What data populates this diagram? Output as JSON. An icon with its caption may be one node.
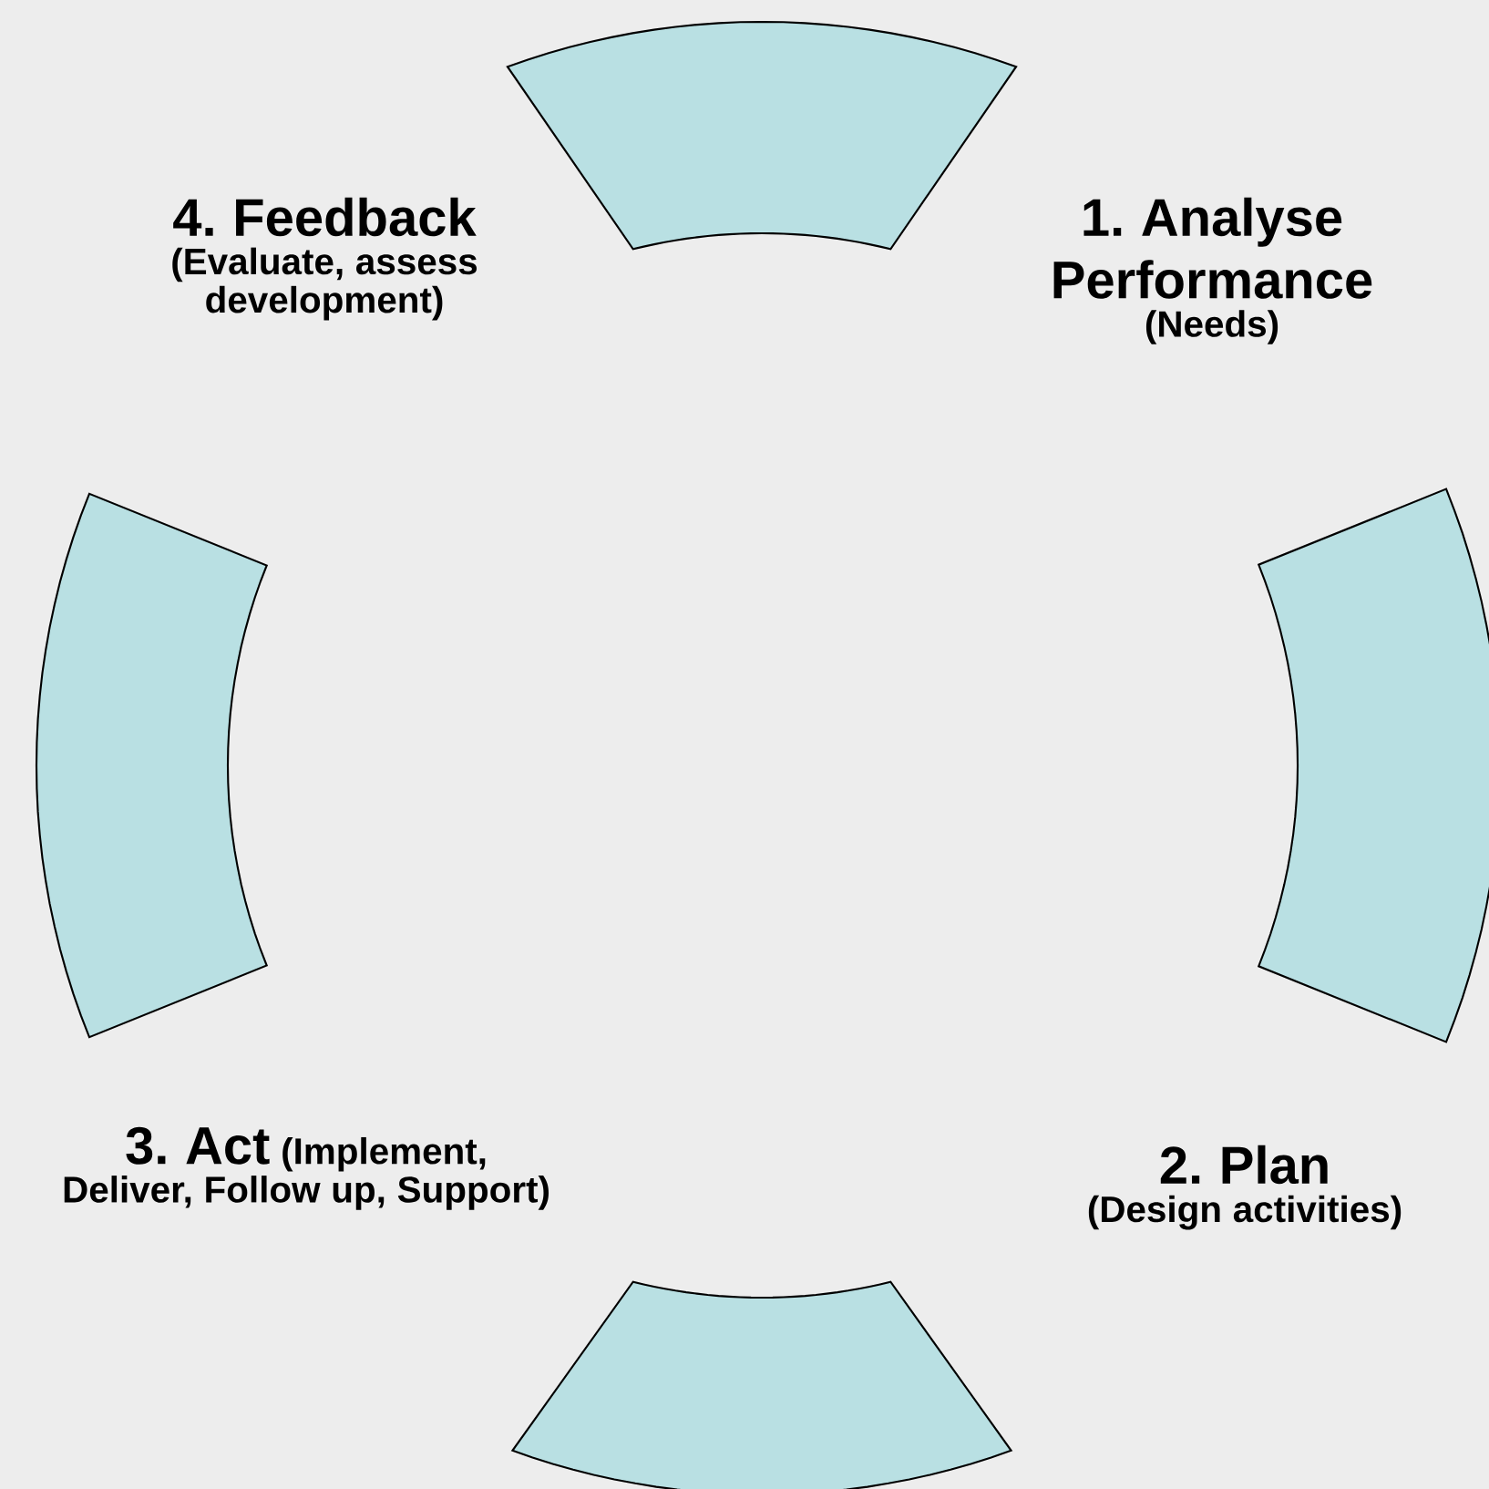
{
  "diagram": {
    "nodes": [
      {
        "text": [],
        "shape": "arc"
      },
      {
        "text": [],
        "shape": "arc"
      },
      {
        "text": [],
        "shape": "arc"
      },
      {
        "text": [],
        "shape": "arc"
      }
    ],
    "labels": [
      "4. Feedback",
      "(Evaluate, assess development)",
      "1. Analyse Performance",
      "(Needs)",
      "3. Act",
      "(Implement, Deliver, Follow up, Support)",
      "2. Plan",
      "(Design activities)"
    ]
  }
}
